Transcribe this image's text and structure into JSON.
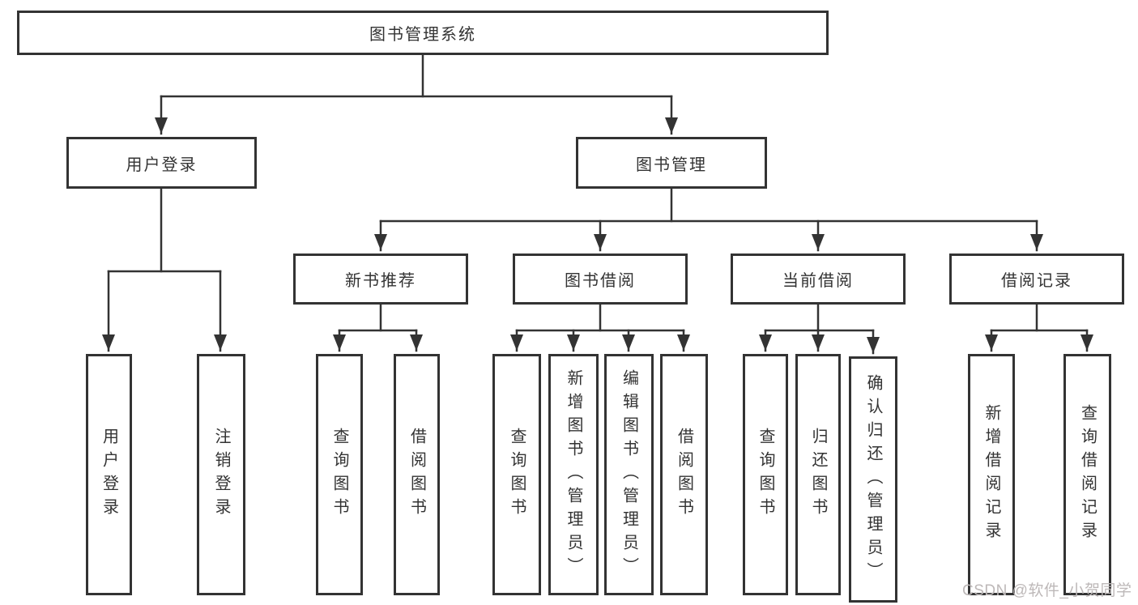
{
  "diagram": {
    "root": {
      "label": "图书管理系统"
    },
    "branches": [
      {
        "label": "用户登录",
        "children": [
          {
            "label": "用户登录"
          },
          {
            "label": "注销登录"
          }
        ]
      },
      {
        "label": "图书管理",
        "children": [
          {
            "label": "新书推荐",
            "children": [
              {
                "label": "查询图书"
              },
              {
                "label": "借阅图书"
              }
            ]
          },
          {
            "label": "图书借阅",
            "children": [
              {
                "label": "查询图书"
              },
              {
                "label": "新增图书（管理员）"
              },
              {
                "label": "编辑图书（管理员）"
              },
              {
                "label": "借阅图书"
              }
            ]
          },
          {
            "label": "当前借阅",
            "children": [
              {
                "label": "查询图书"
              },
              {
                "label": "归还图书"
              },
              {
                "label": "确认归还（管理员）"
              }
            ]
          },
          {
            "label": "借阅记录",
            "children": [
              {
                "label": "新增借阅记录"
              },
              {
                "label": "查询借阅记录"
              }
            ]
          }
        ]
      }
    ]
  },
  "watermark": {
    "text": "CSDN @软件_小贺同学"
  },
  "colors": {
    "line": "#333333",
    "box_border": "#333333",
    "box_fill": "#ffffff",
    "text": "#333333",
    "watermark": "#bdb8b8",
    "background": "#ffffff"
  }
}
